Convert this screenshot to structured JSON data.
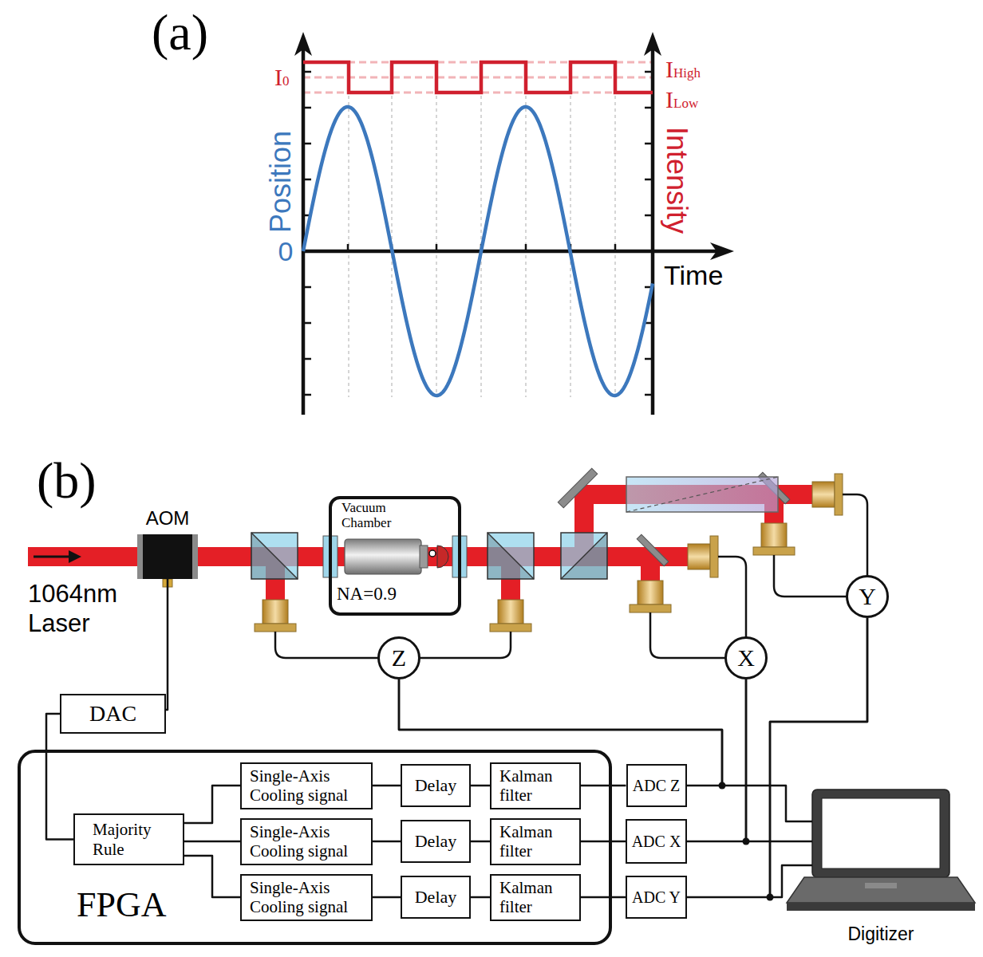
{
  "diagram": {
    "nodes": [
      {
        "text": [
          "AOM"
        ]
      },
      {
        "text": [
          "Vacuum Chamber",
          "NA=0.9"
        ]
      },
      {
        "text": [
          "Z"
        ]
      },
      {
        "text": [
          "X"
        ]
      },
      {
        "text": [
          "Y"
        ]
      },
      {
        "text": [
          "DAC"
        ]
      },
      {
        "text": [
          "FPGA"
        ]
      },
      {
        "text": [
          "Single-Axis Cooling signal"
        ],
        "in": 6
      },
      {
        "text": [
          "Delay"
        ],
        "in": 6
      },
      {
        "text": [
          "Kalman filter"
        ],
        "in": 6
      },
      {
        "text": [
          "ADC Z"
        ]
      },
      {
        "text": [
          "Majority Rule"
        ],
        "in": 6
      },
      {
        "text": [
          "Single-Axis Cooling signal"
        ],
        "in": 6
      },
      {
        "text": [
          "Delay"
        ],
        "in": 6
      },
      {
        "text": [
          "Kalman filter"
        ],
        "in": 6
      },
      {
        "text": [
          "ADC X"
        ]
      },
      {
        "text": [
          "Single-Axis Cooling signal"
        ],
        "in": 6
      },
      {
        "text": [
          "Delay"
        ],
        "in": 6
      },
      {
        "text": [
          "Kalman filter"
        ],
        "in": 6
      },
      {
        "text": [
          "ADC Y"
        ]
      },
      {
        "text": [
          "Digitizer"
        ]
      }
    ],
    "edges": [
      {
        "from": 5,
        "to": 0,
        "arrow": "none"
      },
      {
        "from": 11,
        "to": 5,
        "arrow": "none"
      },
      {
        "from": 7,
        "to": 11,
        "arrow": "none"
      },
      {
        "from": 12,
        "to": 11,
        "arrow": "none"
      },
      {
        "from": 16,
        "to": 11,
        "arrow": "none"
      },
      {
        "from": 8,
        "to": 7,
        "arrow": "none"
      },
      {
        "from": 13,
        "to": 12,
        "arrow": "none"
      },
      {
        "from": 17,
        "to": 16,
        "arrow": "none"
      },
      {
        "from": 9,
        "to": 8,
        "arrow": "none"
      },
      {
        "from": 14,
        "to": 13,
        "arrow": "none"
      },
      {
        "from": 18,
        "to": 17,
        "arrow": "none"
      },
      {
        "from": 10,
        "to": 9,
        "arrow": "none"
      },
      {
        "from": 15,
        "to": 14,
        "arrow": "none"
      },
      {
        "from": 19,
        "to": 18,
        "arrow": "none"
      },
      {
        "from": 2,
        "to": 10,
        "arrow": "none"
      },
      {
        "from": 2,
        "to": 20,
        "arrow": "none"
      },
      {
        "from": 3,
        "to": 15,
        "arrow": "none"
      },
      {
        "from": 3,
        "to": 20,
        "arrow": "none"
      },
      {
        "from": 4,
        "to": 19,
        "arrow": "none"
      },
      {
        "from": 4,
        "to": 20,
        "arrow": "none"
      }
    ],
    "labels": [
      "(a)",
      "I0",
      "IHigh",
      "ILow",
      "Position",
      "0",
      "Intensity",
      "Time",
      "(b)",
      "1064nm Laser"
    ]
  }
}
